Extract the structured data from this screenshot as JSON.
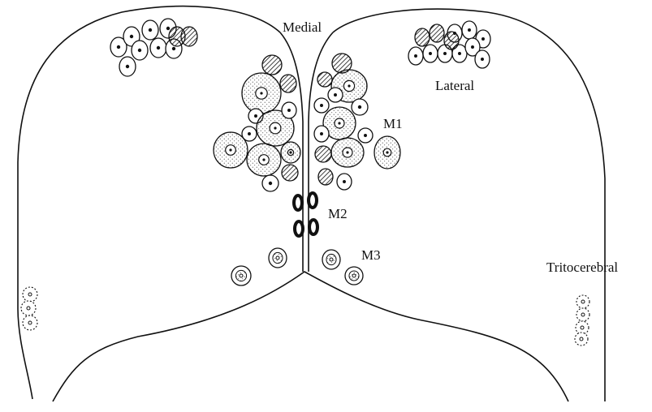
{
  "labels": {
    "medial": "Medial",
    "lateral": "Lateral",
    "m1": "M1",
    "m2": "M2",
    "m3": "M3",
    "tritocerebral": "Tritocerebral"
  },
  "colors": {
    "ink": "#111111",
    "background": "#ffffff"
  }
}
